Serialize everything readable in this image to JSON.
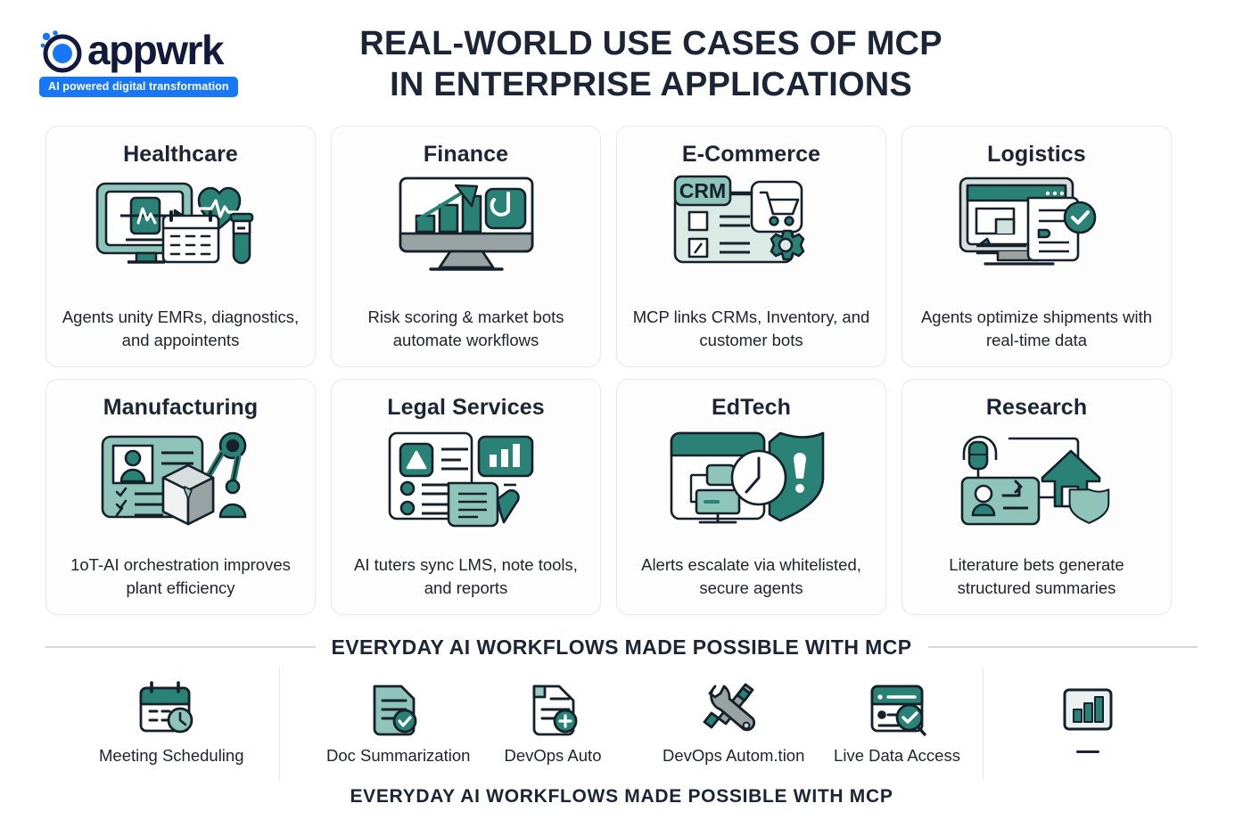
{
  "brand": {
    "logo_icon": "appwrk-circle-logo",
    "wordmark": "appwrk",
    "tagline": "AI powered digital transformation",
    "tagline_bg": "#1877f7",
    "wordmark_color": "#111a3c"
  },
  "title": {
    "line1": "REAL-WORLD USE CASES OF MCP",
    "line2": "IN ENTERPRISE APPLICATIONS"
  },
  "palette": {
    "teal_dark": "#2a8276",
    "teal_mid": "#4fa295",
    "teal_light": "#9ec9c1",
    "teal_pale": "#cfe2de",
    "gray_mid": "#9aa3a3",
    "gray_light": "#d7dedd",
    "ink": "#1b2535",
    "card_border": "#e9e9ea"
  },
  "cards": [
    {
      "title": "Healthcare",
      "desc": "Agents unity EMRs, diagnostics, and appointents",
      "icon": "monitor-ecg-heart-calendar-testtube-icon"
    },
    {
      "title": "Finance",
      "desc": "Risk scoring & market bots automate workflows",
      "icon": "monitor-growth-chart-bot-icon"
    },
    {
      "title": "E-Commerce",
      "desc": "MCP links CRMs, Inventory, and customer bots",
      "icon": "crm-cart-gear-checklist-icon"
    },
    {
      "title": "Logistics",
      "desc": "Agents optimize shipments with real-time data",
      "icon": "monitor-document-check-icon"
    },
    {
      "title": "Manufacturing",
      "desc": "1oT-AI orchestration improves plant efficiency",
      "icon": "id-card-robot-arm-box-icon"
    },
    {
      "title": "Legal Services",
      "desc": "AI tuters sync LMS, note tools, and reports",
      "icon": "document-chart-pen-icon"
    },
    {
      "title": "EdTech",
      "desc": "Alerts escalate via whitelisted, secure agents",
      "icon": "window-clock-shield-alert-icon"
    },
    {
      "title": "Research",
      "desc": "Literature bets generate structured summaries",
      "icon": "lamp-house-shield-card-icon"
    }
  ],
  "banner": {
    "text": "EVERYDAY AI WORKFLOWS MADE POSSIBLE WITH MCP"
  },
  "workflows": [
    {
      "label": "Meeting Scheduling",
      "icon": "calendar-clock-icon"
    },
    {
      "label": "Doc Summarization",
      "icon": "document-check-icon"
    },
    {
      "label": "DevOps Auto",
      "icon": "document-plus-icon"
    },
    {
      "label": "DevOps Autom.tion",
      "icon": "wrench-screwdriver-icon"
    },
    {
      "label": "Live Data Access",
      "icon": "browser-search-check-icon"
    },
    {
      "label": "",
      "icon": "bar-chart-icon"
    }
  ],
  "footer": {
    "text": "EVERYDAY AI WORKFLOWS MADE POSSIBLE WITH MCP"
  }
}
